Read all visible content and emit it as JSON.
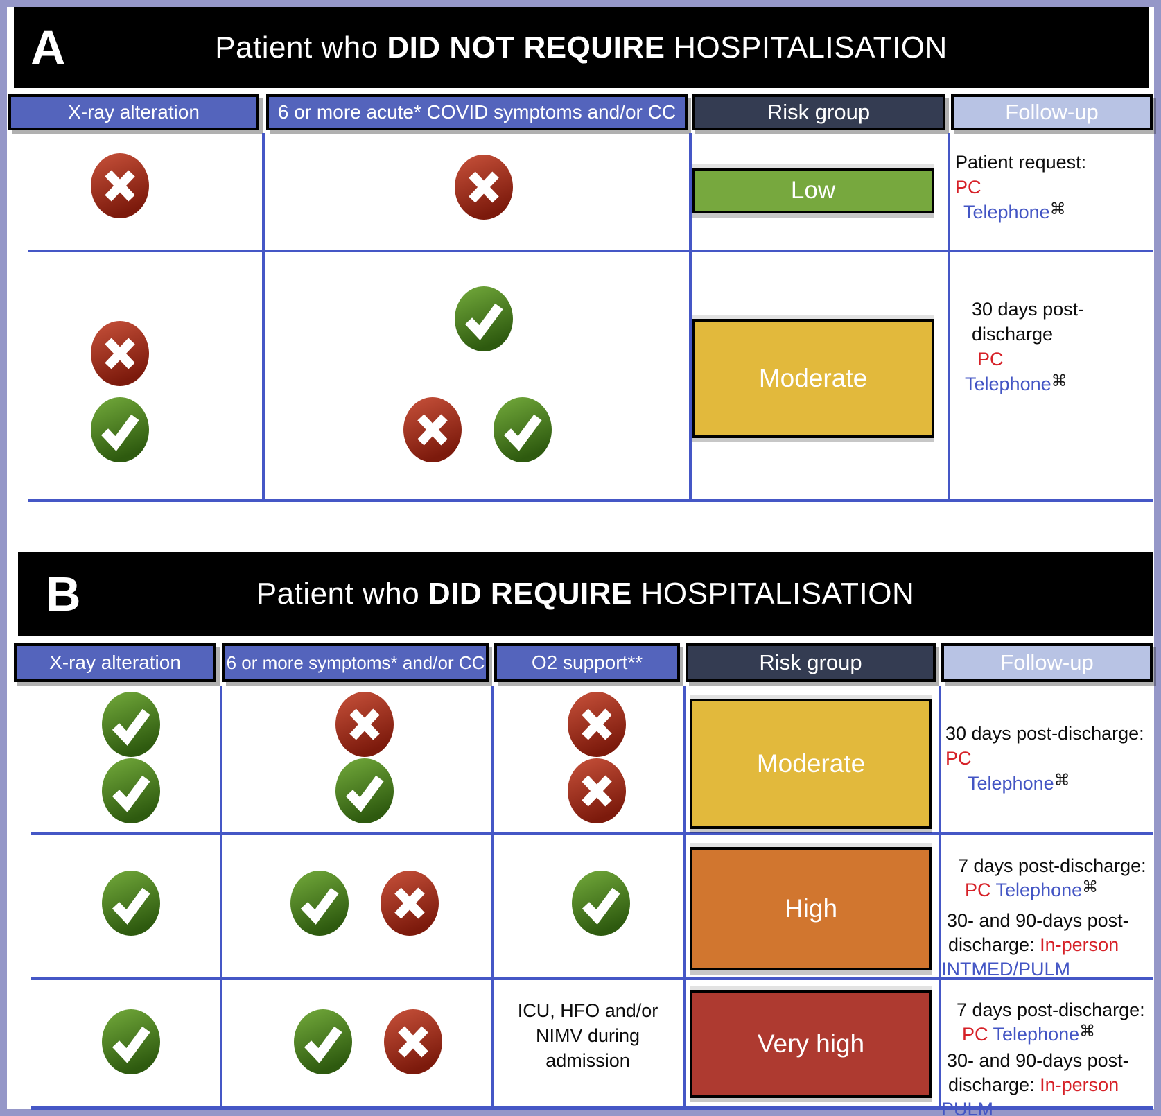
{
  "colors": {
    "frame": "#9597c8",
    "header_blue": "#5464bc",
    "risk_header_navy": "#343c52",
    "followup_header_lavender": "#b8c3e4",
    "low_green": "#77a83e",
    "moderate_yellow": "#e2b93c",
    "high_orange": "#d1762f",
    "very_high_red": "#ae3a30",
    "table_line_blue": "#4557c6",
    "pc_red": "#d62027",
    "telephone_blue": "#4355c4",
    "icon_green": "#5d9428",
    "icon_red": "#a8311f"
  },
  "icons": {
    "check": "✔",
    "cross": "✖",
    "command_symbol": "⌘"
  },
  "panel_a": {
    "label": "A",
    "title": {
      "pre": "Patient who ",
      "bold": "DID NOT REQUIRE",
      "post": " HOSPITALISATION"
    },
    "headers": {
      "xray": "X-ray alteration",
      "symptoms": "6 or more acute* COVID symptoms and/or CC",
      "risk": "Risk group",
      "followup": "Follow-up"
    },
    "row_low": {
      "xray_icons": [
        "cross"
      ],
      "symptom_icons": [
        "cross"
      ],
      "risk_label": "Low",
      "fu_line1": "Patient request:",
      "fu_line2": "PC",
      "fu_line3": "Telephone",
      "fu_line3_symbol": "⌘"
    },
    "row_moderate": {
      "xray_icons": [
        "cross",
        "check"
      ],
      "symptom_icons": [
        "check",
        "cross",
        "check"
      ],
      "risk_label": "Moderate",
      "fu_line1": "30 days post-",
      "fu_line2": "discharge",
      "fu_line3": "PC",
      "fu_line4": "Telephone",
      "fu_line4_symbol": "⌘"
    }
  },
  "panel_b": {
    "label": "B",
    "title": {
      "pre": "Patient who ",
      "bold": "DID REQUIRE",
      "post": " HOSPITALISATION"
    },
    "headers": {
      "xray": "X-ray alteration",
      "symptoms": "6 or more symptoms* and/or CC",
      "o2": "O2 support**",
      "risk": "Risk group",
      "followup": "Follow-up"
    },
    "row_moderate": {
      "xray_icons": [
        "check",
        "check"
      ],
      "symptom_icons": [
        "cross",
        "check"
      ],
      "o2_icons": [
        "cross",
        "cross"
      ],
      "risk_label": "Moderate",
      "fu_line1": "30 days post-discharge:",
      "fu_line2": "PC",
      "fu_line3": "Telephone",
      "fu_line3_symbol": "⌘"
    },
    "row_high": {
      "xray_icons": [
        "check"
      ],
      "symptom_icons": [
        "check",
        "cross"
      ],
      "o2_icons": [
        "check"
      ],
      "risk_label": "High",
      "fu_line1": "7 days post-discharge:",
      "fu_line2_pc": "PC",
      "fu_line2_tel": "Telephone",
      "fu_line2_symbol": "⌘",
      "fu_line3": "30- and 90-days post-",
      "fu_line4_black": "discharge: ",
      "fu_line4_red": "In-person",
      "fu_line5": "INTMED/PULM"
    },
    "row_very_high": {
      "xray_icons": [
        "check"
      ],
      "symptom_icons": [
        "check",
        "cross"
      ],
      "o2_line1": "ICU, HFO and/or",
      "o2_line2": "NIMV during",
      "o2_line3": "admission",
      "risk_label": "Very high",
      "fu_line1": "7 days post-discharge:",
      "fu_line2_pc": "PC",
      "fu_line2_tel": "Telephone",
      "fu_line2_symbol": "⌘",
      "fu_line3": "30- and 90-days post-",
      "fu_line4_black": "discharge: ",
      "fu_line4_red": "In-person",
      "fu_line5": "PULM"
    }
  }
}
